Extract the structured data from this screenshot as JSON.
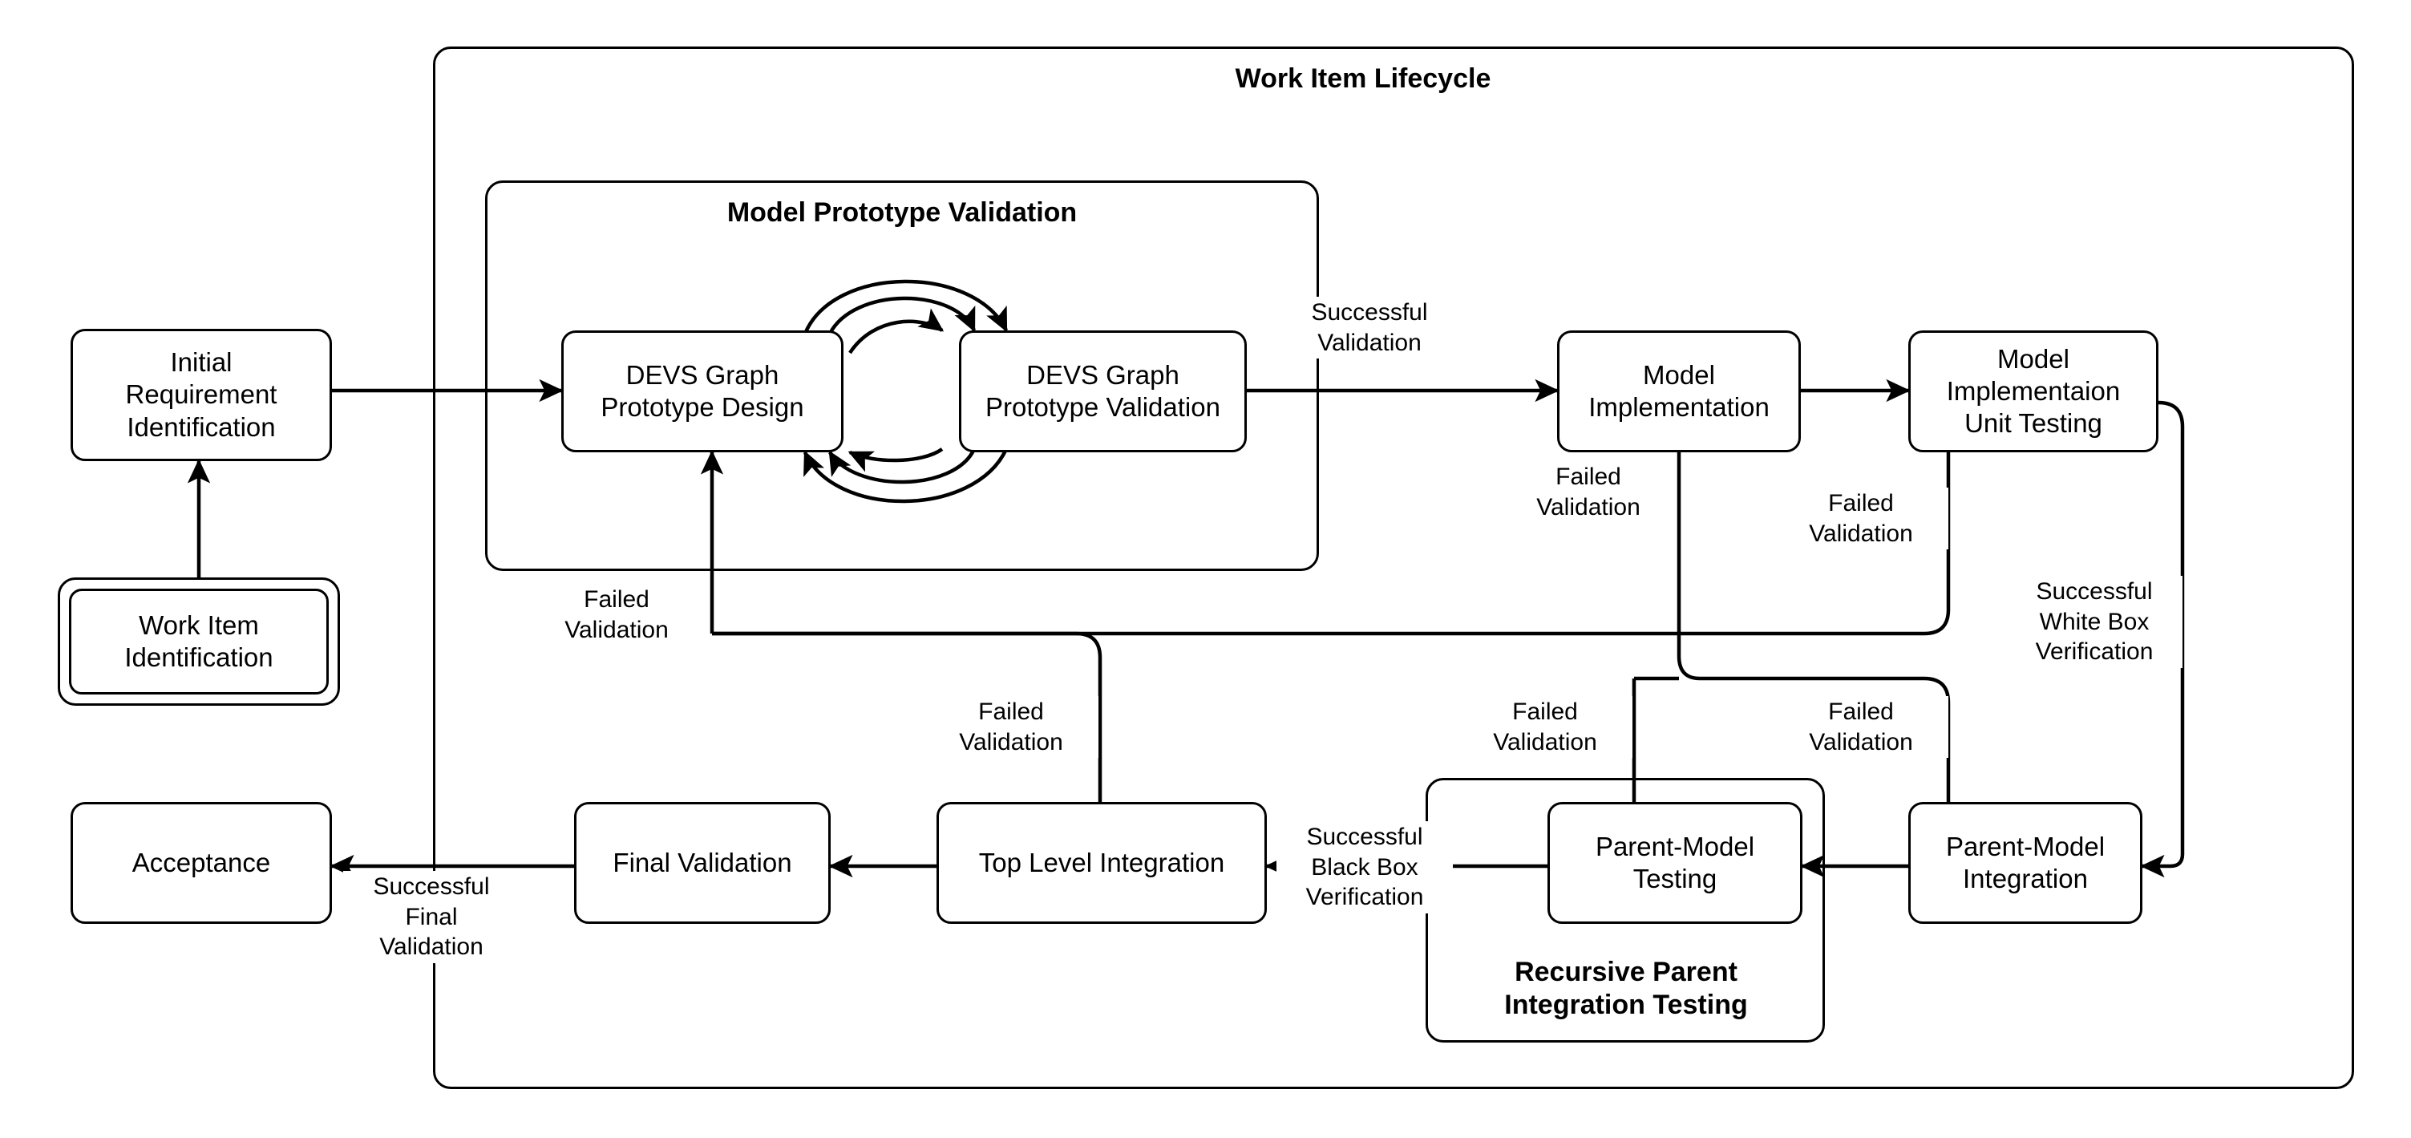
{
  "diagram": {
    "title": "Work Item Lifecycle",
    "groups": [
      {
        "id": "work-item-lifecycle",
        "label": "Work Item Lifecycle"
      },
      {
        "id": "model-prototype-validation",
        "label": "Model Prototype Validation"
      },
      {
        "id": "recursive-parent-integration-testing",
        "label": "Recursive Parent\nIntegration Testing"
      }
    ],
    "nodes": [
      {
        "id": "work-item-identification",
        "label": "Work Item\nIdentification",
        "kind": "start"
      },
      {
        "id": "initial-requirement-identification",
        "label": "Initial\nRequirement\nIdentification",
        "kind": "process"
      },
      {
        "id": "devs-graph-prototype-design",
        "label": "DEVS Graph\nPrototype Design",
        "kind": "process"
      },
      {
        "id": "devs-graph-prototype-validation",
        "label": "DEVS Graph\nPrototype Validation",
        "kind": "process"
      },
      {
        "id": "model-implementation",
        "label": "Model Implementation",
        "kind": "process"
      },
      {
        "id": "model-implementaion-unit-testing",
        "label": "Model Implementaion\nUnit Testing",
        "kind": "process"
      },
      {
        "id": "parent-model-integration",
        "label": "Parent-Model Integration",
        "kind": "process"
      },
      {
        "id": "parent-model-testing",
        "label": "Parent-Model\nTesting",
        "kind": "process"
      },
      {
        "id": "top-level-integration",
        "label": "Top Level Integration",
        "kind": "process"
      },
      {
        "id": "final-validation",
        "label": "Final Validation",
        "kind": "process"
      },
      {
        "id": "acceptance",
        "label": "Acceptance",
        "kind": "process"
      }
    ],
    "edge_labels": [
      {
        "id": "successful-validation",
        "text": "Successful\nValidation"
      },
      {
        "id": "failed-validation-design",
        "text": "Failed\nValidation"
      },
      {
        "id": "failed-validation-impl",
        "text": "Failed\nValidation"
      },
      {
        "id": "failed-validation-unit",
        "text": "Failed\nValidation"
      },
      {
        "id": "successful-white-box",
        "text": "Successful\nWhite Box\nVerification"
      },
      {
        "id": "failed-validation-parentint",
        "text": "Failed\nValidation"
      },
      {
        "id": "failed-validation-toplevel",
        "text": "Failed\nValidation"
      },
      {
        "id": "failed-validation-parenttest",
        "text": "Failed\nValidation"
      },
      {
        "id": "successful-black-box",
        "text": "Successful\nBlack Box\nVerification"
      },
      {
        "id": "successful-final-validation",
        "text": "Successful\nFinal\nValidation"
      }
    ],
    "edges": [
      {
        "from": "work-item-identification",
        "to": "initial-requirement-identification",
        "label": ""
      },
      {
        "from": "initial-requirement-identification",
        "to": "devs-graph-prototype-design",
        "label": ""
      },
      {
        "from": "devs-graph-prototype-design",
        "to": "devs-graph-prototype-validation",
        "label": ""
      },
      {
        "from": "devs-graph-prototype-validation",
        "to": "devs-graph-prototype-design",
        "label": ""
      },
      {
        "from": "devs-graph-prototype-validation",
        "to": "model-implementation",
        "label": "Successful Validation"
      },
      {
        "from": "model-implementation",
        "to": "model-implementaion-unit-testing",
        "label": ""
      },
      {
        "from": "model-implementation",
        "to": "devs-graph-prototype-design",
        "label": "Failed Validation"
      },
      {
        "from": "model-implementaion-unit-testing",
        "to": "devs-graph-prototype-design",
        "label": "Failed Validation"
      },
      {
        "from": "model-implementaion-unit-testing",
        "to": "parent-model-integration",
        "label": "Successful White Box Verification"
      },
      {
        "from": "parent-model-integration",
        "to": "parent-model-testing",
        "label": ""
      },
      {
        "from": "parent-model-integration",
        "to": "devs-graph-prototype-design",
        "label": "Failed Validation"
      },
      {
        "from": "parent-model-testing",
        "to": "top-level-integration",
        "label": "Successful Black Box Verification"
      },
      {
        "from": "parent-model-testing",
        "to": "devs-graph-prototype-design",
        "label": "Failed Validation"
      },
      {
        "from": "top-level-integration",
        "to": "final-validation",
        "label": ""
      },
      {
        "from": "top-level-integration",
        "to": "devs-graph-prototype-design",
        "label": "Failed Validation"
      },
      {
        "from": "final-validation",
        "to": "acceptance",
        "label": "Successful Final Validation"
      }
    ],
    "colors": {
      "stroke": "#000000",
      "fill": "#ffffff",
      "text": "#000000"
    }
  }
}
